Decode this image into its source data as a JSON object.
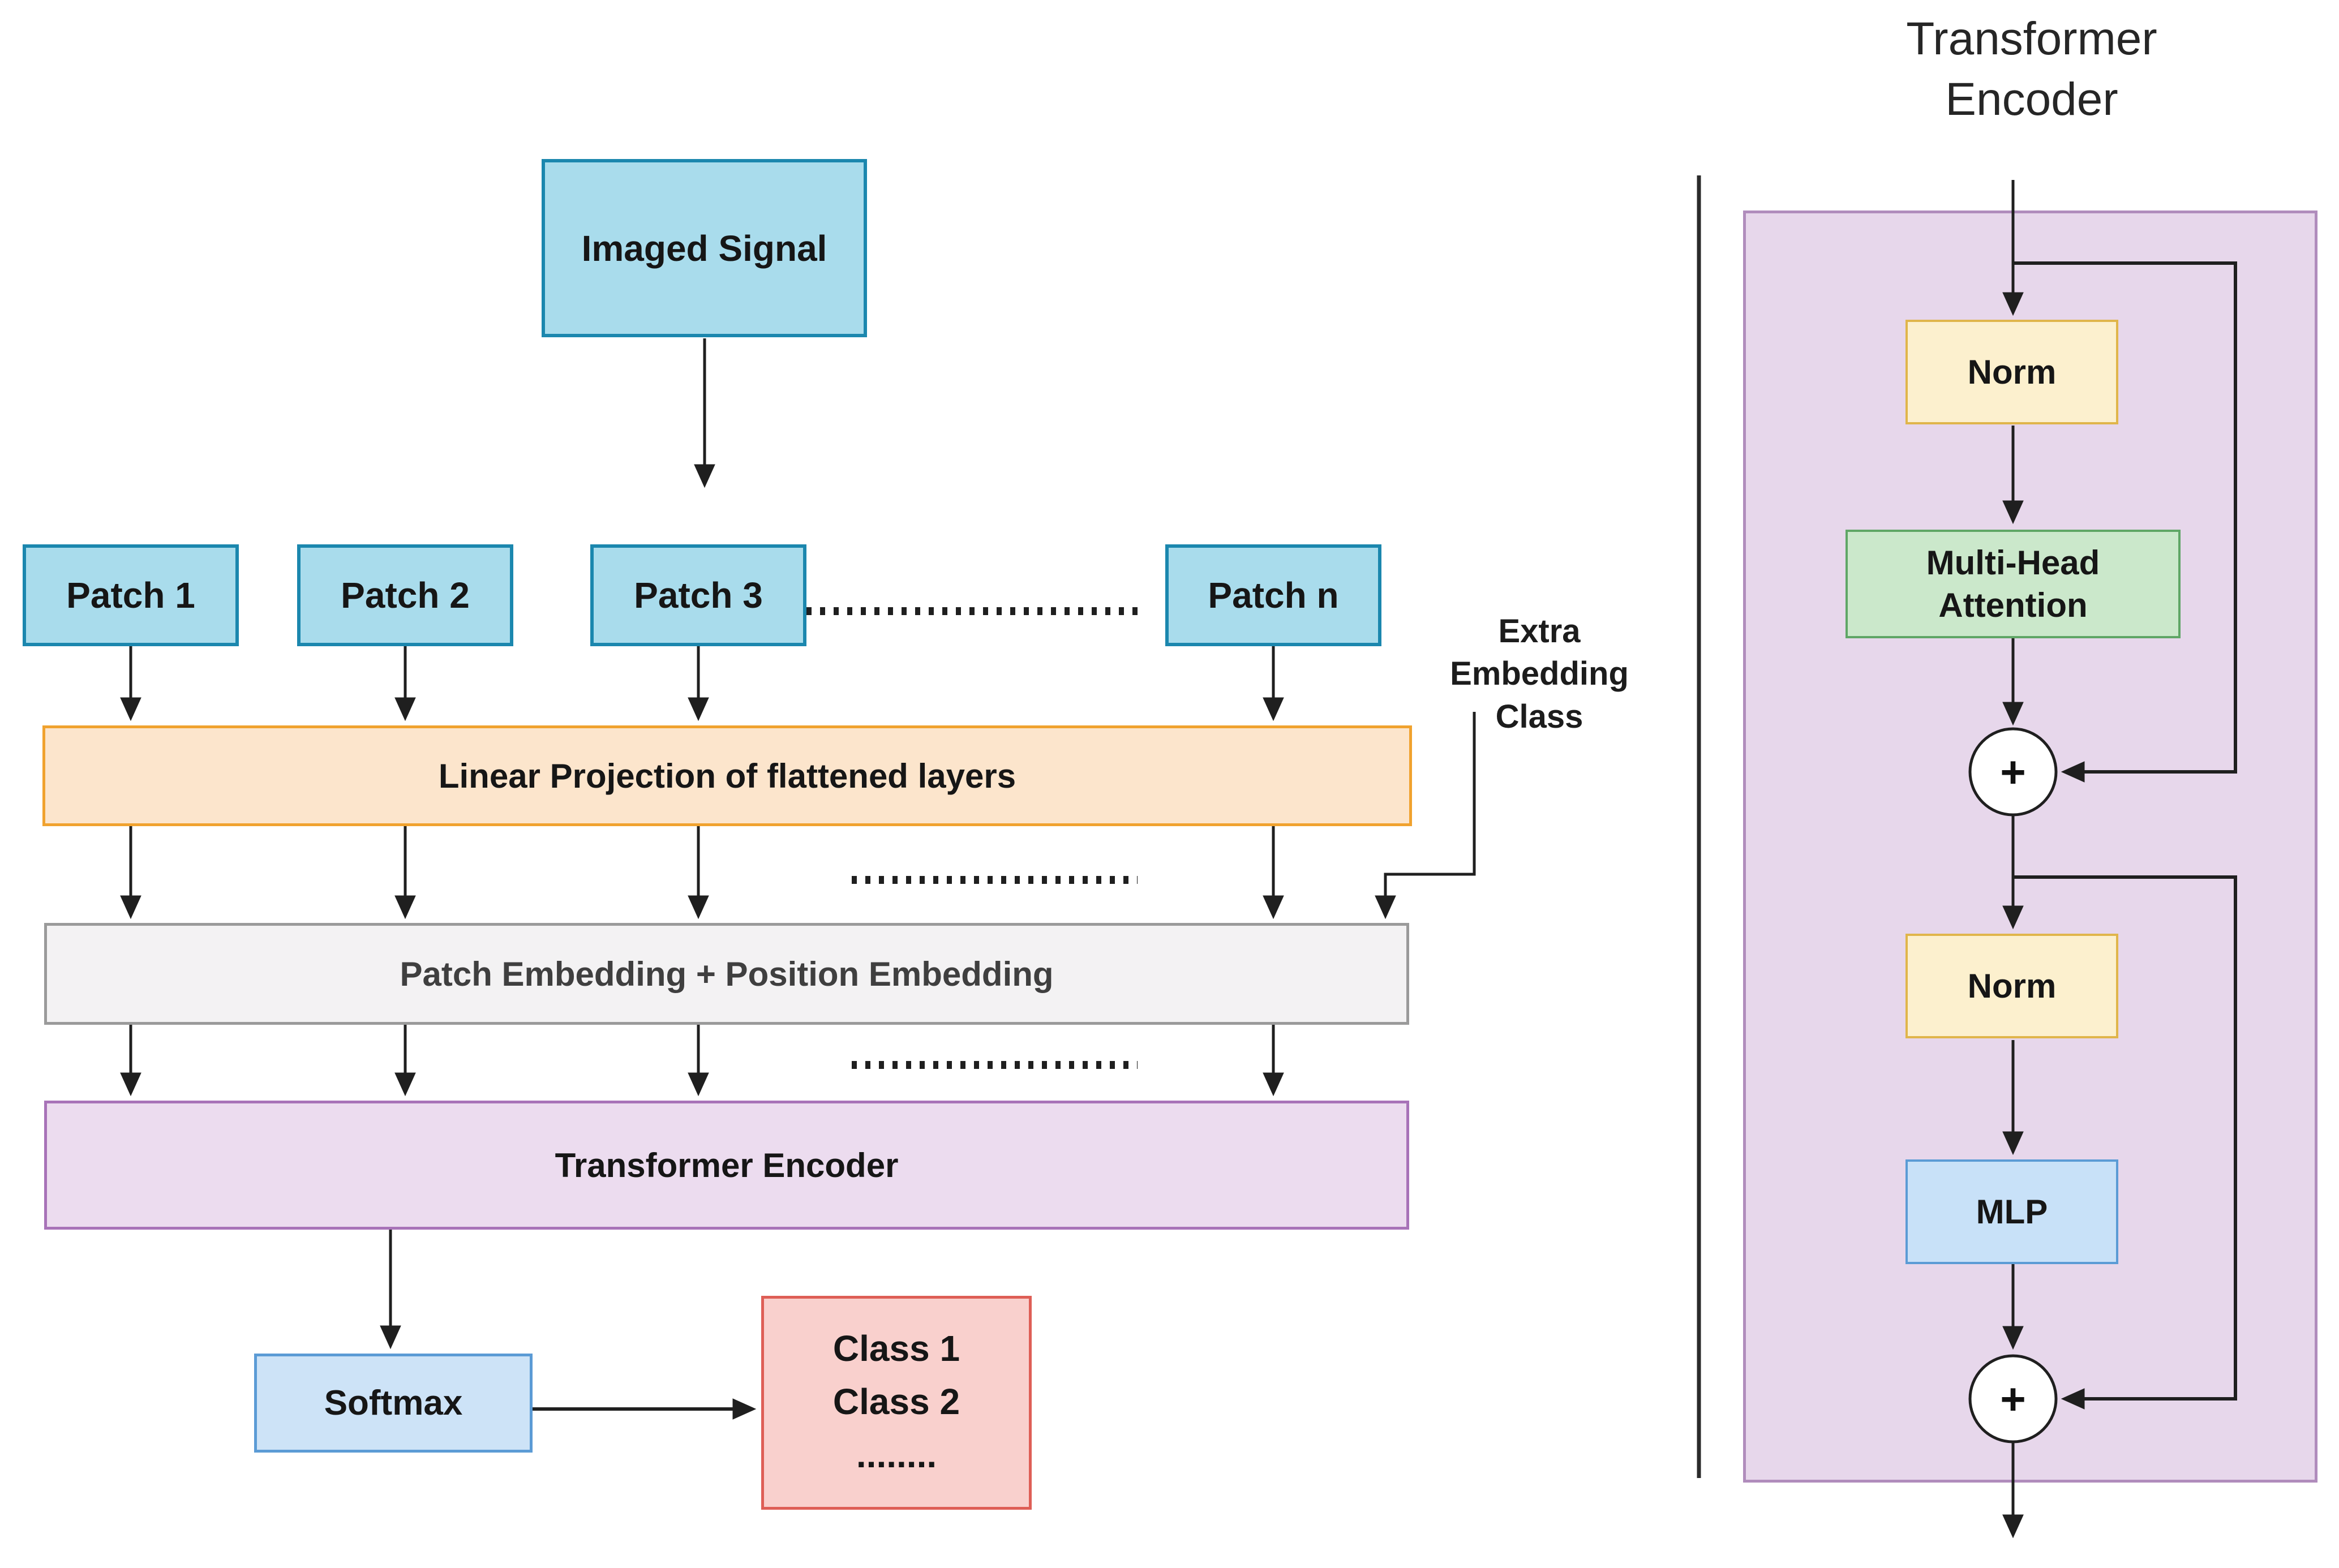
{
  "diagram": {
    "input_label": "Imaged Signal",
    "patches": [
      "Patch 1",
      "Patch 2",
      "Patch 3",
      "Patch n"
    ],
    "linear_projection_label": "Linear Projection of flattened layers",
    "embedding_label": "Patch Embedding + Position Embedding",
    "transformer_bar_label": "Transformer Encoder",
    "softmax_label": "Softmax",
    "class_lines": [
      "Class 1",
      "Class 2",
      "........"
    ],
    "extra_label": {
      "line1": "Extra",
      "line2": "Embedding",
      "line3": "Class"
    },
    "encoder": {
      "title_line1": "Transformer",
      "title_line2": "Encoder",
      "norm1": "Norm",
      "mha": "Multi-Head Attention",
      "norm2": "Norm",
      "mlp": "MLP",
      "plus": "+"
    },
    "colors": {
      "cyan-fill": "#a9dcec",
      "cyan-border": "#1b87ae",
      "orange-fill": "#fce5cc",
      "orange-border": "#f0a22e",
      "gray-fill": "#f3f2f3",
      "gray-border": "#9a9a9a",
      "purple-fill": "#ecdcef",
      "purple-border": "#a873b8",
      "panel-fill": "#e7d7eb",
      "panel-border": "#b08cbc",
      "blue-fill": "#cde3f7",
      "blue-border": "#5b9bd5",
      "red-fill": "#f9d0cd",
      "red-border": "#de5e56",
      "yellow-fill": "#fcf0ce",
      "yellow-border": "#e0b54b",
      "green-fill": "#cbe8cb",
      "green-border": "#5fa666",
      "mlp-fill": "#c8e1f8",
      "mlp-border": "#5b9bd5",
      "line": "#1f1f1f"
    }
  }
}
